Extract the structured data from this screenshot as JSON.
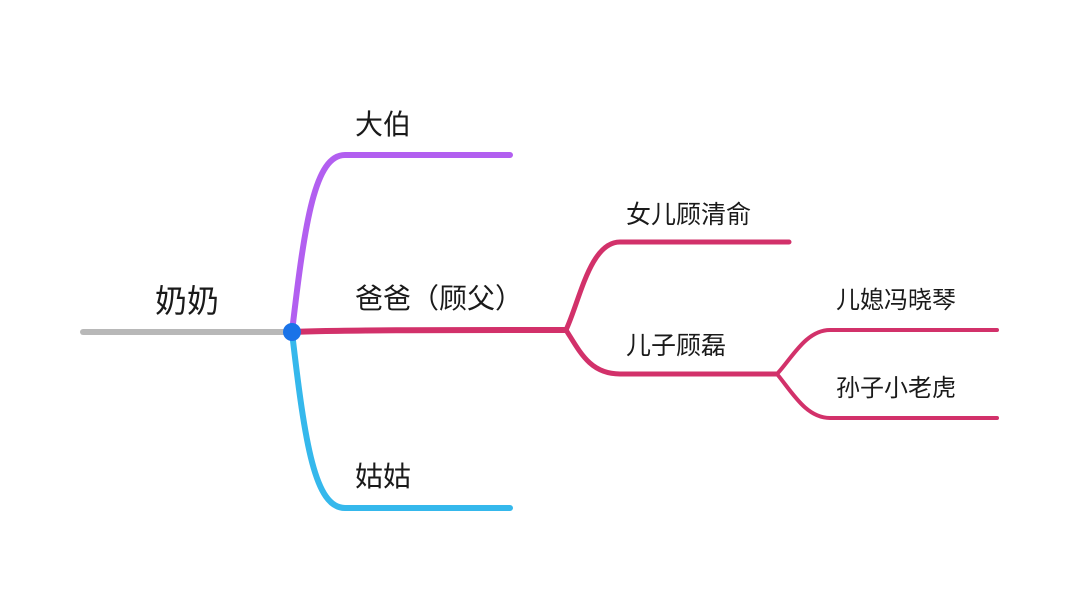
{
  "mindmap": {
    "root": {
      "label": "奶奶",
      "color": "#b8b8b8"
    },
    "branches": [
      {
        "label": "大伯",
        "color": "#b25ff0"
      },
      {
        "label": "爸爸（顾父）",
        "color": "#d2316a"
      },
      {
        "label": "姑姑",
        "color": "#35b8ec"
      }
    ],
    "children_of_father": [
      {
        "label": "女儿顾清俞"
      },
      {
        "label": "儿子顾磊"
      }
    ],
    "children_of_son": [
      {
        "label": "儿媳冯晓琴"
      },
      {
        "label": "孙子小老虎"
      }
    ],
    "root_dot_color": "#1a73e8"
  }
}
